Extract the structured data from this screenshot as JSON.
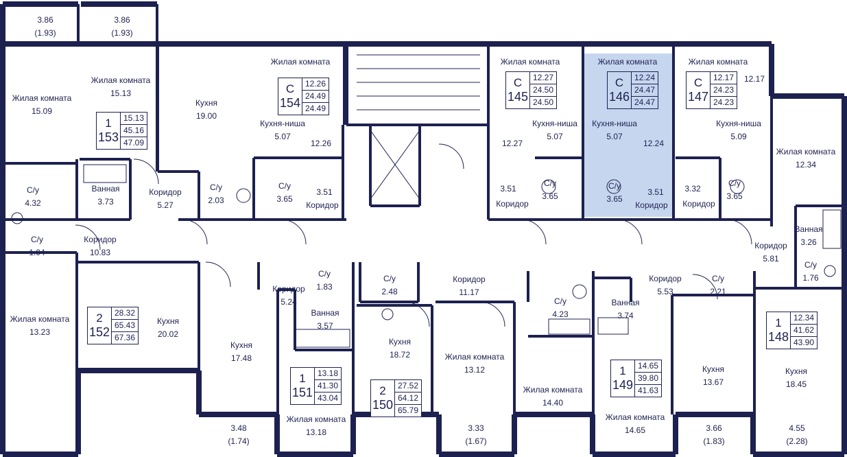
{
  "colors": {
    "wall": "#1d2150",
    "highlight": "#c7d6ef",
    "background": "#ffffff"
  },
  "balconies": [
    {
      "area": "3.86",
      "reduced": "(1.93)"
    },
    {
      "area": "3.86",
      "reduced": "(1.93)"
    },
    {
      "area": "3.48",
      "reduced": "(1.74)"
    },
    {
      "area": "3.33",
      "reduced": "(1.67)"
    },
    {
      "area": "3.66",
      "reduced": "(1.83)"
    },
    {
      "area": "4.55",
      "reduced": "(2.28)"
    }
  ],
  "apartments": [
    {
      "rooms": "1",
      "number": "153",
      "living": "15.13",
      "total": "45.16",
      "total_with_balcony": "47.09"
    },
    {
      "rooms": "С",
      "number": "154",
      "living": "12.26",
      "total": "24.49",
      "total_with_balcony": "24.49"
    },
    {
      "rooms": "С",
      "number": "145",
      "living": "12.27",
      "total": "24.50",
      "total_with_balcony": "24.50"
    },
    {
      "rooms": "С",
      "number": "146",
      "living": "12.24",
      "total": "24.47",
      "total_with_balcony": "24.47",
      "selected": true
    },
    {
      "rooms": "С",
      "number": "147",
      "living": "12.17",
      "total": "24.23",
      "total_with_balcony": "24.23"
    },
    {
      "rooms": "2",
      "number": "152",
      "living": "28.32",
      "total": "65.43",
      "total_with_balcony": "67.36"
    },
    {
      "rooms": "1",
      "number": "151",
      "living": "13.18",
      "total": "41.30",
      "total_with_balcony": "43.04"
    },
    {
      "rooms": "2",
      "number": "150",
      "living": "27.52",
      "total": "64.12",
      "total_with_balcony": "65.79"
    },
    {
      "rooms": "1",
      "number": "149",
      "living": "14.65",
      "total": "39.80",
      "total_with_balcony": "41.63"
    },
    {
      "rooms": "1",
      "number": "148",
      "living": "12.34",
      "total": "41.62",
      "total_with_balcony": "43.90"
    }
  ],
  "rooms": [
    {
      "name": "Жилая комната",
      "area": "15.09"
    },
    {
      "name": "Жилая комната",
      "area": "15.13"
    },
    {
      "name": "Кухня",
      "area": "19.00"
    },
    {
      "name": "Жилая комната",
      "area": ""
    },
    {
      "name": "Кухня-ниша",
      "area": "5.07"
    },
    {
      "name": "",
      "area": "12.26"
    },
    {
      "name": "С/у",
      "area": "4.32"
    },
    {
      "name": "Ванная",
      "area": "3.73"
    },
    {
      "name": "Коридор",
      "area": "5.27"
    },
    {
      "name": "С/у",
      "area": "2.03"
    },
    {
      "name": "С/у",
      "area": "3.65"
    },
    {
      "name": "",
      "area": "3.51"
    },
    {
      "name": "Коридор",
      "area": ""
    },
    {
      "name": "С/у",
      "area": "1.94"
    },
    {
      "name": "Коридор",
      "area": "10.83"
    },
    {
      "name": "Жилая комната",
      "area": ""
    },
    {
      "name": "Кухня-ниша",
      "area": "5.07"
    },
    {
      "name": "",
      "area": "12.27"
    },
    {
      "name": "",
      "area": "3.51"
    },
    {
      "name": "Коридор",
      "area": ""
    },
    {
      "name": "С/у",
      "area": "3.65"
    },
    {
      "name": "Жилая комната",
      "area": ""
    },
    {
      "name": "Кухня-ниша",
      "area": "5.07"
    },
    {
      "name": "",
      "area": "12.24"
    },
    {
      "name": "С/у",
      "area": "3.65"
    },
    {
      "name": "",
      "area": "3.51"
    },
    {
      "name": "Коридор",
      "area": ""
    },
    {
      "name": "Жилая комната",
      "area": ""
    },
    {
      "name": "",
      "area": "12.17"
    },
    {
      "name": "Кухня-ниша",
      "area": "5.09"
    },
    {
      "name": "",
      "area": "3.32"
    },
    {
      "name": "Коридор",
      "area": ""
    },
    {
      "name": "С/у",
      "area": "3.65"
    },
    {
      "name": "Жилая комната",
      "area": "12.34"
    },
    {
      "name": "Ванная",
      "area": "3.26"
    },
    {
      "name": "Коридор",
      "area": "5.81"
    },
    {
      "name": "С/у",
      "area": "1.76"
    },
    {
      "name": "Жилая комната",
      "area": "13.23"
    },
    {
      "name": "Кухня",
      "area": "20.02"
    },
    {
      "name": "С/у",
      "area": "1.83"
    },
    {
      "name": "Коридор",
      "area": "5.24"
    },
    {
      "name": "Ванная",
      "area": "3.57"
    },
    {
      "name": "Кухня",
      "area": "17.48"
    },
    {
      "name": "Жилая комната",
      "area": "13.18"
    },
    {
      "name": "С/у",
      "area": "2.48"
    },
    {
      "name": "Коридор",
      "area": "11.17"
    },
    {
      "name": "Кухня",
      "area": "18.72"
    },
    {
      "name": "Жилая комната",
      "area": "13.12"
    },
    {
      "name": "С/у",
      "area": "4.23"
    },
    {
      "name": "Жилая комната",
      "area": "14.40"
    },
    {
      "name": "Коридор",
      "area": "5.53"
    },
    {
      "name": "С/у",
      "area": "2.21"
    },
    {
      "name": "Ванная",
      "area": "3.74"
    },
    {
      "name": "Жилая комната",
      "area": "14.65"
    },
    {
      "name": "Кухня",
      "area": "13.67"
    },
    {
      "name": "Кухня",
      "area": "18.45"
    }
  ]
}
